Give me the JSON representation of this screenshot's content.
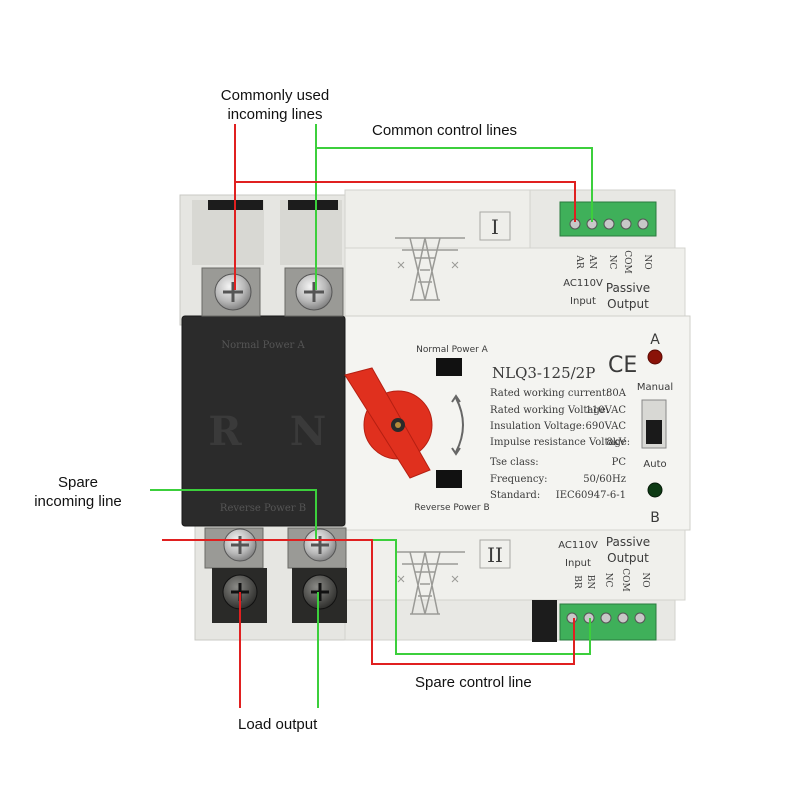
{
  "callouts": {
    "commonly_used_incoming_lines": [
      "Commonly used",
      "incoming lines"
    ],
    "common_control_lines": "Common control lines",
    "spare_incoming_line": [
      "Spare",
      "incoming line"
    ],
    "spare_control_line": "Spare control line",
    "load_output": "Load output"
  },
  "device": {
    "top_module": {
      "roman": "I",
      "terminal_labels": [
        "AR",
        "AN"
      ],
      "voltage": "AC110V",
      "input_label": "Input",
      "contact_labels": [
        "NC",
        "COM",
        "NO"
      ],
      "passive_label": "Passive",
      "output_label": "Output"
    },
    "bottom_module": {
      "roman": "II",
      "terminal_labels": [
        "BR",
        "BN"
      ],
      "voltage": "AC110V",
      "input_label": "Input",
      "contact_labels": [
        "NC",
        "COM",
        "NO"
      ],
      "passive_label": "Passive",
      "output_label": "Output"
    },
    "cover": {
      "normal_power": "Normal Power A",
      "reverse_power": "Reverse Power B",
      "phase_left": "R",
      "phase_right": "N"
    },
    "window_normal": "Normal Power A",
    "window_reverse": "Reverse Power B",
    "model": "NLQ3-125/2P",
    "ce_mark": "CE",
    "specs": [
      {
        "label": "Rated working current:",
        "value": "80A"
      },
      {
        "label": "Rated working Voltage:",
        "value": "110VAC"
      },
      {
        "label": "Insulation Voltage:",
        "value": "690VAC"
      },
      {
        "label": "Impulse resistance Voltage:",
        "value": "8kV"
      },
      {
        "label": "Tse class:",
        "value": "PC"
      },
      {
        "label": "Frequency:",
        "value": "50/60Hz"
      },
      {
        "label": "Standard:",
        "value": "IEC60947-6-1"
      }
    ],
    "indicator_a": "A",
    "indicator_b": "B",
    "mode_manual": "Manual",
    "mode_auto": "Auto",
    "colors": {
      "indicator_a": "#8a1208",
      "indicator_b": "#0d3a14",
      "handle": "#e0301e",
      "terminal_block": "#3fb05a",
      "red_wire": "#e02020",
      "green_wire": "#3ccf3c"
    }
  }
}
